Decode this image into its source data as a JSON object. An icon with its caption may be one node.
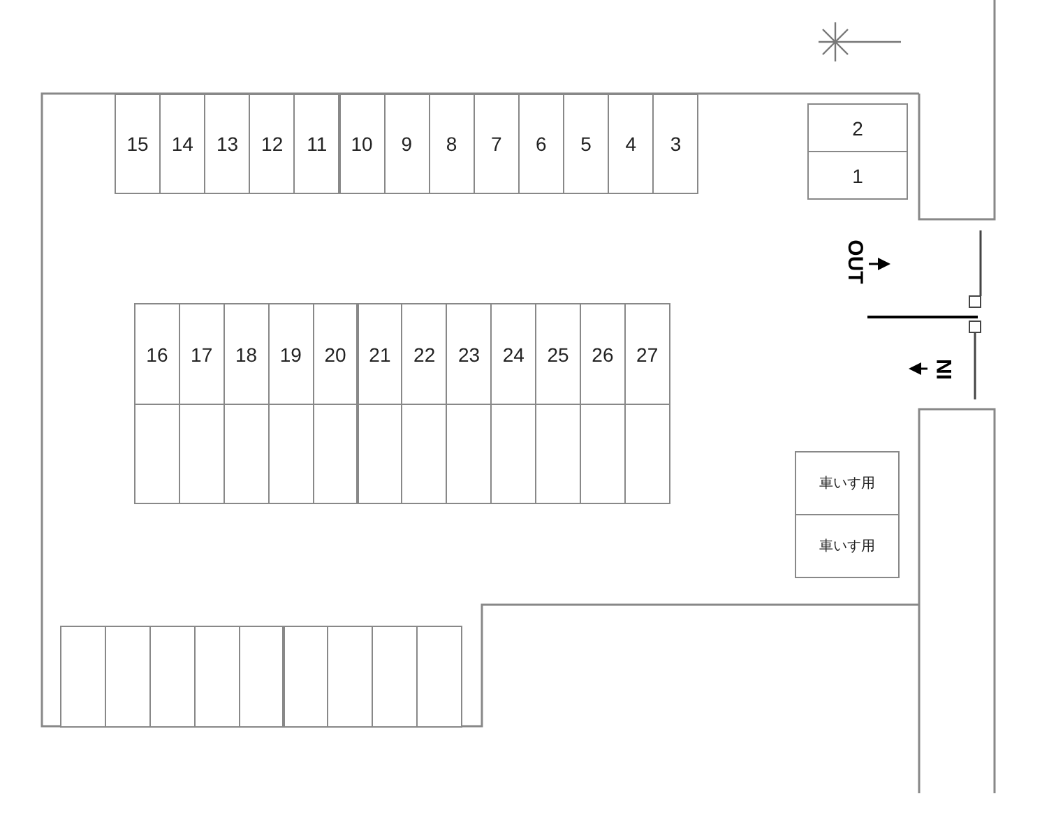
{
  "diagram": {
    "nodes": [
      {
        "text": [
          "15"
        ]
      },
      {
        "text": [
          "14"
        ]
      },
      {
        "text": [
          "13"
        ]
      },
      {
        "text": [
          "12"
        ]
      },
      {
        "text": [
          "11"
        ]
      },
      {
        "text": [
          "10"
        ]
      },
      {
        "text": [
          "9"
        ]
      },
      {
        "text": [
          "8"
        ]
      },
      {
        "text": [
          "7"
        ]
      },
      {
        "text": [
          "6"
        ]
      },
      {
        "text": [
          "5"
        ]
      },
      {
        "text": [
          "4"
        ]
      },
      {
        "text": [
          "3"
        ]
      },
      {
        "text": [
          "2"
        ]
      },
      {
        "text": [
          "1"
        ]
      },
      {
        "text": [
          "16"
        ]
      },
      {
        "text": [
          "17"
        ]
      },
      {
        "text": [
          "18"
        ]
      },
      {
        "text": [
          "19"
        ]
      },
      {
        "text": [
          "20"
        ]
      },
      {
        "text": [
          "21"
        ]
      },
      {
        "text": [
          "22"
        ]
      },
      {
        "text": [
          "23"
        ]
      },
      {
        "text": [
          "24"
        ]
      },
      {
        "text": [
          "25"
        ]
      },
      {
        "text": [
          "26"
        ]
      },
      {
        "text": [
          "27"
        ]
      },
      {
        "text": [],
        "shape": "box"
      },
      {
        "text": [],
        "shape": "box"
      },
      {
        "text": [],
        "shape": "box"
      },
      {
        "text": [],
        "shape": "box"
      },
      {
        "text": [],
        "shape": "box"
      },
      {
        "text": [],
        "shape": "box"
      },
      {
        "text": [],
        "shape": "box"
      },
      {
        "text": [],
        "shape": "box"
      },
      {
        "text": [],
        "shape": "box"
      },
      {
        "text": [],
        "shape": "box"
      },
      {
        "text": [],
        "shape": "box"
      },
      {
        "text": [],
        "shape": "box"
      },
      {
        "text": [
          "車いす用"
        ]
      },
      {
        "text": [
          "車いす用"
        ]
      },
      {
        "text": [],
        "shape": "box"
      },
      {
        "text": [],
        "shape": "box"
      },
      {
        "text": [],
        "shape": "box"
      },
      {
        "text": [],
        "shape": "box"
      },
      {
        "text": [],
        "shape": "box"
      },
      {
        "text": [],
        "shape": "box"
      },
      {
        "text": [],
        "shape": "box"
      },
      {
        "text": [],
        "shape": "box"
      },
      {
        "text": [],
        "shape": "box"
      }
    ],
    "labels": [
      "OUT",
      "IN"
    ]
  }
}
